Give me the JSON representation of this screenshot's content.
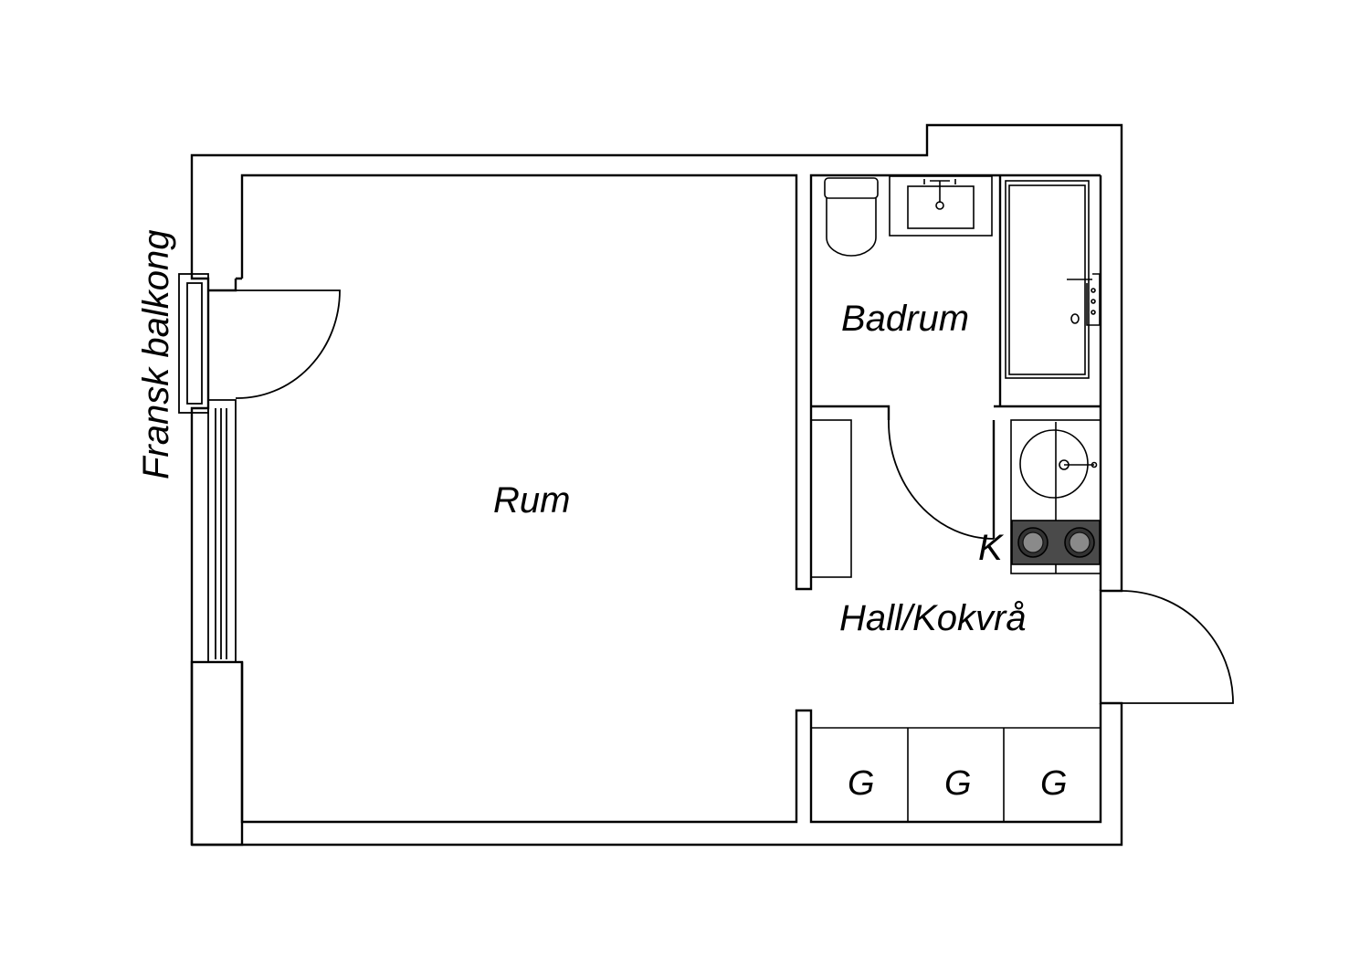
{
  "plan": {
    "labels": {
      "balcony": "Fransk balkong",
      "room": "Rum",
      "bathroom": "Badrum",
      "hall_kitchen": "Hall/Kokvrå",
      "kitchen": "K",
      "wardrobe_1": "G",
      "wardrobe_2": "G",
      "wardrobe_3": "G"
    },
    "colors": {
      "line": "#000000",
      "stove_fill": "#4a4a4a",
      "background": "#ffffff"
    }
  }
}
